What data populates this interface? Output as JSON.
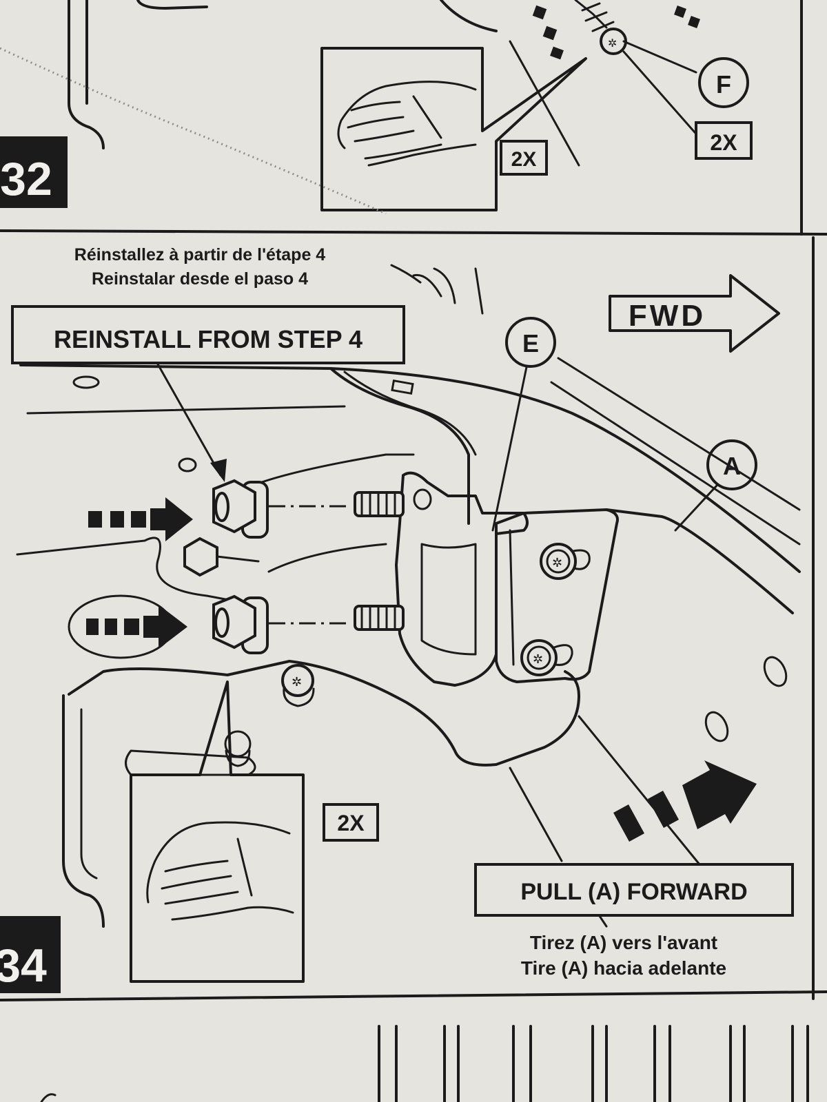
{
  "panel_32": {
    "step_number": "32",
    "callout_f": "F",
    "qty_left": "2X",
    "qty_right": "2X"
  },
  "panel_34": {
    "step_number": "34",
    "note_fr": "Réinstallez à partir de l'étape 4",
    "note_es": "Reinstalar desde el paso 4",
    "reinstall_label": "REINSTALL FROM STEP 4",
    "callout_e": "E",
    "callout_a": "A",
    "fwd_label": "FWD",
    "qty": "2X",
    "pull_label": "PULL (A) FORWARD",
    "pull_fr": "Tirez (A) vers l'avant",
    "pull_es": "Tire (A) hacia adelante"
  },
  "colors": {
    "paper": "#e6e4df",
    "ink": "#1b1b1b",
    "hatch": "#9a9893"
  }
}
